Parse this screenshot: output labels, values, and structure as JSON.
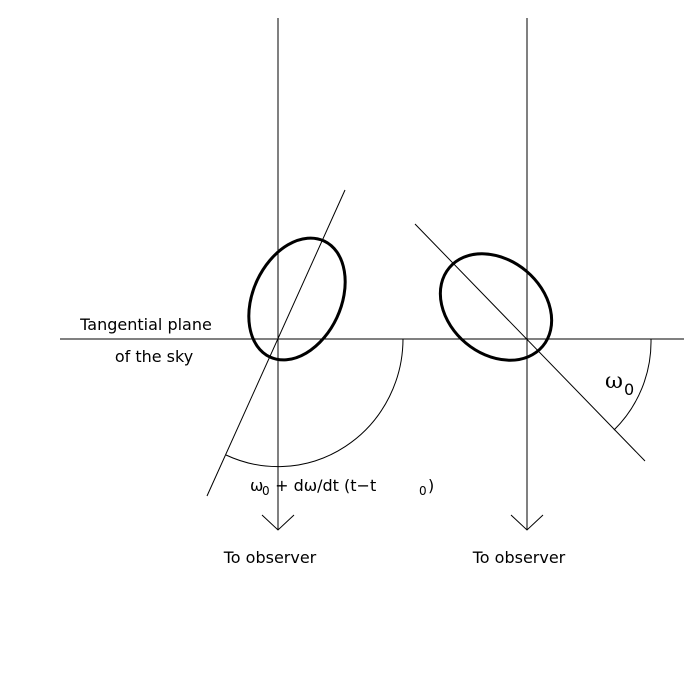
{
  "labels": {
    "tangential_line1": "Tangential plane",
    "tangential_line2": "of the sky",
    "observer_left": "To observer",
    "observer_right": "To observer",
    "omega0_symbol": "ω",
    "omega0_subscript": "0",
    "formula_omega": "ω",
    "formula_sub0": "0",
    "formula_mid": " + dω/dt (t−t",
    "formula_sub1": "0",
    "formula_close": ")"
  }
}
